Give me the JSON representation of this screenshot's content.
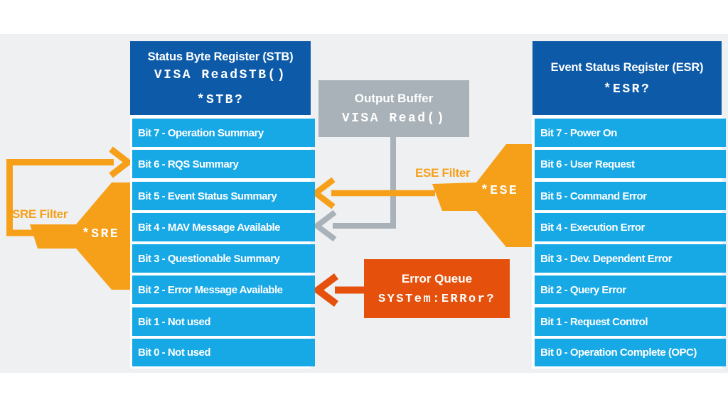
{
  "stb": {
    "title": "Status Byte Register (STB)",
    "visa_command": "VISA ReadSTB()",
    "scpi_command": "*STB?",
    "bits": [
      "Bit 7 - Operation Summary",
      "Bit 6 - RQS Summary",
      "Bit 5 - Event Status Summary",
      "Bit 4 - MAV Message Available",
      "Bit 3 - Questionable Summary",
      "Bit 2 - Error Message Available",
      "Bit 1 - Not used",
      "Bit 0 - Not used"
    ]
  },
  "esr": {
    "title": "Event Status Register (ESR)",
    "scpi_command": "*ESR?",
    "bits": [
      "Bit 7 - Power On",
      "Bit 6 - User Request",
      "Bit 5 - Command Error",
      "Bit 4 - Execution Error",
      "Bit 3 - Dev. Dependent Error",
      "Bit 2 - Query Error",
      "Bit 1 - Request Control",
      "Bit 0 - Operation Complete (OPC)"
    ]
  },
  "output_buffer": {
    "title": "Output Buffer",
    "visa_command": "VISA Read()"
  },
  "error_queue": {
    "title": "Error Queue",
    "scpi_command": "SYSTem:ERRor?"
  },
  "sre_filter": {
    "label": "SRE Filter",
    "command": "*SRE"
  },
  "ese_filter": {
    "label": "ESE Filter",
    "command": "*ESE"
  },
  "colors": {
    "register_header_blue": "#0d5ba8",
    "bit_row_blue": "#17a8e6",
    "filter_orange": "#f6a01a",
    "error_red_orange": "#e5510d",
    "buffer_gray": "#a9b2b8",
    "background_gray": "#eef0f1"
  }
}
